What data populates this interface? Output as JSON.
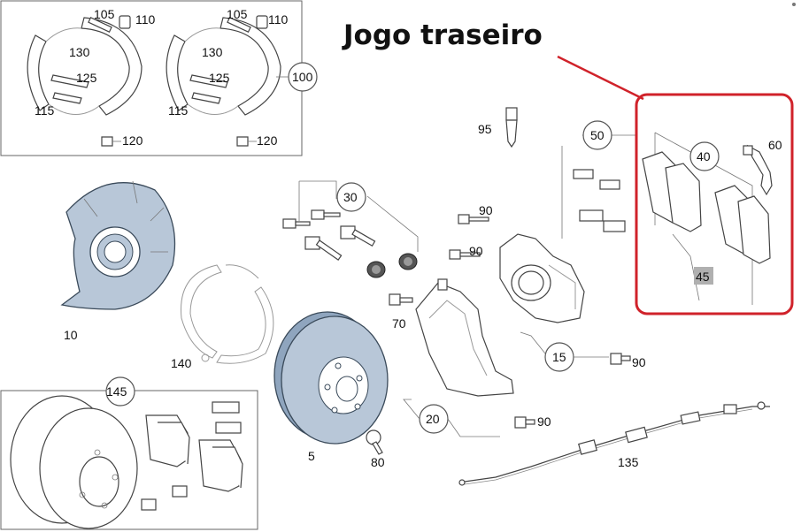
{
  "annotation": {
    "title": "Jogo traseiro",
    "highlight_color": "#d0222a"
  },
  "labels": {
    "p105a": "105",
    "p110a": "110",
    "p130a": "130",
    "p125a": "125",
    "p115a": "115",
    "p105b": "105",
    "p110b": "110",
    "p130b": "130",
    "p125b": "125",
    "p115b": "115",
    "p120a": "120",
    "p120b": "120",
    "p100": "100",
    "p10": "10",
    "p140": "140",
    "p145": "145",
    "p30": "30",
    "p90a": "90",
    "p90b": "90",
    "p70": "70",
    "p95": "95",
    "p50": "50",
    "p40": "40",
    "p60": "60",
    "p45": "45",
    "p15": "15",
    "p90c": "90",
    "p20": "20",
    "p90d": "90",
    "p5": "5",
    "p80": "80",
    "p135": "135"
  },
  "colors": {
    "metal_fill": "#b8c7d8",
    "line": "#444444",
    "highlight_box": "#d0222a",
    "badge_45": "#b0b0b0"
  }
}
